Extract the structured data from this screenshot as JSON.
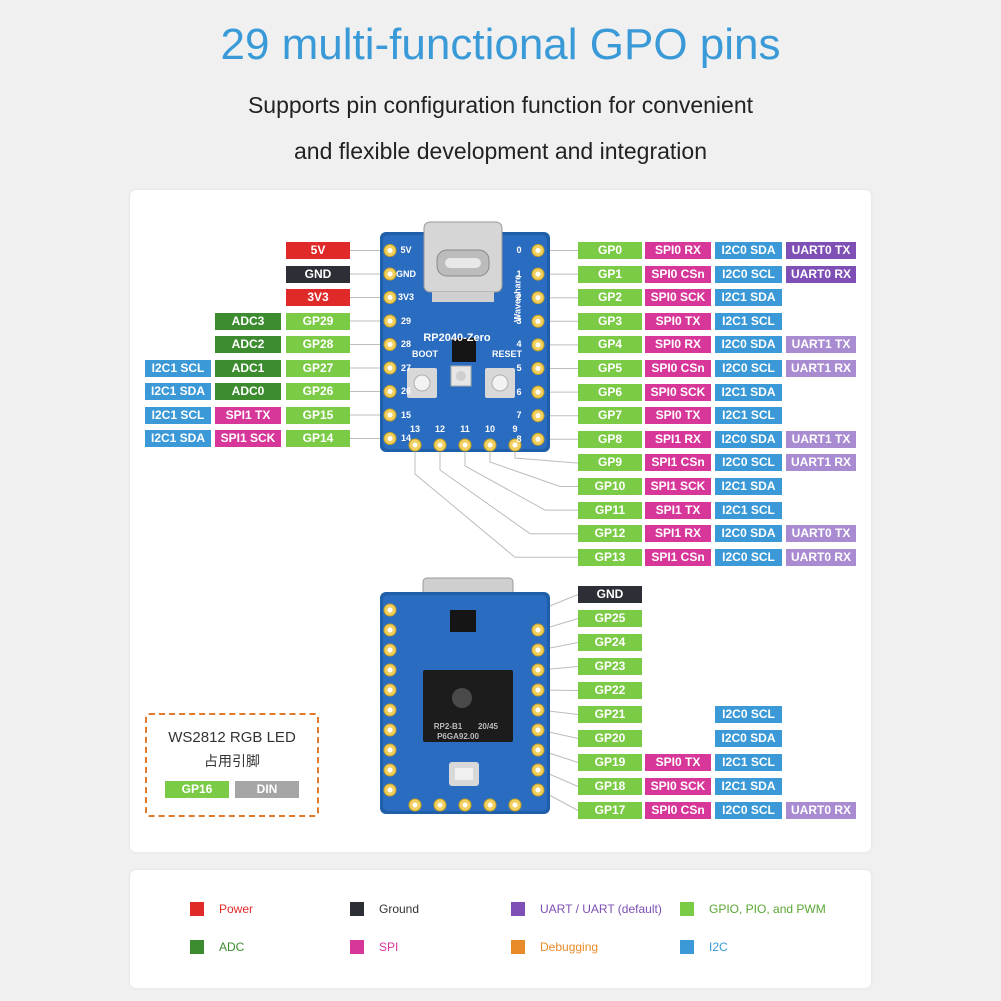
{
  "header": {
    "title": "29 multi-functional GPO pins",
    "subtitle_line1": "Supports pin configuration function for convenient",
    "subtitle_line2": "and flexible development and integration"
  },
  "board_top": {
    "name": "RP2040-Zero",
    "brand": "Waveshare",
    "boot_label": "BOOT",
    "reset_label": "RESET",
    "silk_left": [
      "5V",
      "GND",
      "3V3",
      "29",
      "28",
      "27",
      "26",
      "15",
      "14"
    ],
    "silk_right": [
      "0",
      "1",
      "2",
      "3",
      "4",
      "5",
      "6",
      "7",
      "8"
    ],
    "silk_bottom": [
      "13",
      "12",
      "11",
      "10",
      "9"
    ]
  },
  "left_pins": [
    {
      "tags": [
        {
          "t": "5V",
          "c": "power"
        }
      ]
    },
    {
      "tags": [
        {
          "t": "GND",
          "c": "gnd"
        }
      ]
    },
    {
      "tags": [
        {
          "t": "3V3",
          "c": "power"
        }
      ]
    },
    {
      "tags": [
        {
          "t": "ADC3",
          "c": "adc"
        },
        {
          "t": "GP29",
          "c": "gpio"
        }
      ]
    },
    {
      "tags": [
        {
          "t": "ADC2",
          "c": "adc"
        },
        {
          "t": "GP28",
          "c": "gpio"
        }
      ]
    },
    {
      "tags": [
        {
          "t": "I2C1 SCL",
          "c": "i2c"
        },
        {
          "t": "ADC1",
          "c": "adc"
        },
        {
          "t": "GP27",
          "c": "gpio"
        }
      ]
    },
    {
      "tags": [
        {
          "t": "I2C1 SDA",
          "c": "i2c"
        },
        {
          "t": "ADC0",
          "c": "adc"
        },
        {
          "t": "GP26",
          "c": "gpio"
        }
      ]
    },
    {
      "tags": [
        {
          "t": "I2C1 SCL",
          "c": "i2c"
        },
        {
          "t": "SPI1 TX",
          "c": "spi"
        },
        {
          "t": "GP15",
          "c": "gpio"
        }
      ]
    },
    {
      "tags": [
        {
          "t": "I2C1 SDA",
          "c": "i2c"
        },
        {
          "t": "SPI1 SCK",
          "c": "spi"
        },
        {
          "t": "GP14",
          "c": "gpio"
        }
      ]
    }
  ],
  "right_pins": [
    {
      "tags": [
        {
          "t": "GP0",
          "c": "gpio"
        },
        {
          "t": "SPI0 RX",
          "c": "spi"
        },
        {
          "t": "I2C0 SDA",
          "c": "i2c"
        },
        {
          "t": "UART0 TX",
          "c": "uart"
        }
      ]
    },
    {
      "tags": [
        {
          "t": "GP1",
          "c": "gpio"
        },
        {
          "t": "SPI0 CSn",
          "c": "spi"
        },
        {
          "t": "I2C0 SCL",
          "c": "i2c"
        },
        {
          "t": "UART0 RX",
          "c": "uart"
        }
      ]
    },
    {
      "tags": [
        {
          "t": "GP2",
          "c": "gpio"
        },
        {
          "t": "SPI0 SCK",
          "c": "spi"
        },
        {
          "t": "I2C1 SDA",
          "c": "i2c"
        }
      ]
    },
    {
      "tags": [
        {
          "t": "GP3",
          "c": "gpio"
        },
        {
          "t": "SPI0 TX",
          "c": "spi"
        },
        {
          "t": "I2C1 SCL",
          "c": "i2c"
        }
      ]
    },
    {
      "tags": [
        {
          "t": "GP4",
          "c": "gpio"
        },
        {
          "t": "SPI0 RX",
          "c": "spi"
        },
        {
          "t": "I2C0 SDA",
          "c": "i2c"
        },
        {
          "t": "UART1 TX",
          "c": "uartd"
        }
      ]
    },
    {
      "tags": [
        {
          "t": "GP5",
          "c": "gpio"
        },
        {
          "t": "SPI0 CSn",
          "c": "spi"
        },
        {
          "t": "I2C0 SCL",
          "c": "i2c"
        },
        {
          "t": "UART1 RX",
          "c": "uartd"
        }
      ]
    },
    {
      "tags": [
        {
          "t": "GP6",
          "c": "gpio"
        },
        {
          "t": "SPI0 SCK",
          "c": "spi"
        },
        {
          "t": "I2C1 SDA",
          "c": "i2c"
        }
      ]
    },
    {
      "tags": [
        {
          "t": "GP7",
          "c": "gpio"
        },
        {
          "t": "SPI0 TX",
          "c": "spi"
        },
        {
          "t": "I2C1 SCL",
          "c": "i2c"
        }
      ]
    },
    {
      "tags": [
        {
          "t": "GP8",
          "c": "gpio"
        },
        {
          "t": "SPI1 RX",
          "c": "spi"
        },
        {
          "t": "I2C0 SDA",
          "c": "i2c"
        },
        {
          "t": "UART1 TX",
          "c": "uartd"
        }
      ]
    },
    {
      "tags": [
        {
          "t": "GP9",
          "c": "gpio"
        },
        {
          "t": "SPI1 CSn",
          "c": "spi"
        },
        {
          "t": "I2C0 SCL",
          "c": "i2c"
        },
        {
          "t": "UART1 RX",
          "c": "uartd"
        }
      ]
    },
    {
      "tags": [
        {
          "t": "GP10",
          "c": "gpio"
        },
        {
          "t": "SPI1 SCK",
          "c": "spi"
        },
        {
          "t": "I2C1 SDA",
          "c": "i2c"
        }
      ]
    },
    {
      "tags": [
        {
          "t": "GP11",
          "c": "gpio"
        },
        {
          "t": "SPI1 TX",
          "c": "spi"
        },
        {
          "t": "I2C1 SCL",
          "c": "i2c"
        }
      ]
    },
    {
      "tags": [
        {
          "t": "GP12",
          "c": "gpio"
        },
        {
          "t": "SPI1 RX",
          "c": "spi"
        },
        {
          "t": "I2C0 SDA",
          "c": "i2c"
        },
        {
          "t": "UART0 TX",
          "c": "uartd"
        }
      ]
    },
    {
      "tags": [
        {
          "t": "GP13",
          "c": "gpio"
        },
        {
          "t": "SPI1 CSn",
          "c": "spi"
        },
        {
          "t": "I2C0 SCL",
          "c": "i2c"
        },
        {
          "t": "UART0 RX",
          "c": "uartd"
        }
      ]
    }
  ],
  "bottom_pins": [
    {
      "tags": [
        {
          "t": "GND",
          "c": "gnd"
        }
      ]
    },
    {
      "tags": [
        {
          "t": "GP25",
          "c": "gpio"
        }
      ]
    },
    {
      "tags": [
        {
          "t": "GP24",
          "c": "gpio"
        }
      ]
    },
    {
      "tags": [
        {
          "t": "GP23",
          "c": "gpio"
        }
      ]
    },
    {
      "tags": [
        {
          "t": "GP22",
          "c": "gpio"
        }
      ]
    },
    {
      "tags": [
        {
          "t": "GP21",
          "c": "gpio"
        },
        {
          "t": "",
          "c": "none"
        },
        {
          "t": "I2C0 SCL",
          "c": "i2c"
        }
      ]
    },
    {
      "tags": [
        {
          "t": "GP20",
          "c": "gpio"
        },
        {
          "t": "",
          "c": "none"
        },
        {
          "t": "I2C0 SDA",
          "c": "i2c"
        }
      ]
    },
    {
      "tags": [
        {
          "t": "GP19",
          "c": "gpio"
        },
        {
          "t": "SPI0 TX",
          "c": "spi"
        },
        {
          "t": "I2C1 SCL",
          "c": "i2c"
        }
      ]
    },
    {
      "tags": [
        {
          "t": "GP18",
          "c": "gpio"
        },
        {
          "t": "SPI0 SCK",
          "c": "spi"
        },
        {
          "t": "I2C1 SDA",
          "c": "i2c"
        }
      ]
    },
    {
      "tags": [
        {
          "t": "GP17",
          "c": "gpio"
        },
        {
          "t": "SPI0 CSn",
          "c": "spi"
        },
        {
          "t": "I2C0 SCL",
          "c": "i2c"
        },
        {
          "t": "UART0 RX",
          "c": "uartd"
        }
      ]
    }
  ],
  "led_box": {
    "title": "WS2812 RGB LED",
    "subtitle": "占用引脚",
    "pin": "GP16",
    "signal": "DIN"
  },
  "board_bottom": {
    "chip_text1": "RP2-B1",
    "chip_text2": "20/45",
    "chip_text3": "P6GA92.00"
  },
  "legend": [
    {
      "label": "Power",
      "color": "#e02a2a",
      "text_color": "#e02a2a"
    },
    {
      "label": "Ground",
      "color": "#2d2f36",
      "text_color": "#333333"
    },
    {
      "label": "UART / UART (default)",
      "color": "#7e4fb4",
      "text_color": "#7e4fb4"
    },
    {
      "label": "GPIO, PIO, and PWM",
      "color": "#7ccb46",
      "text_color": "#5aa832"
    },
    {
      "label": "ADC",
      "color": "#3c8b2f",
      "text_color": "#3c8b2f"
    },
    {
      "label": "SPI",
      "color": "#d8379a",
      "text_color": "#d8379a"
    },
    {
      "label": "Debugging",
      "color": "#e88a2a",
      "text_color": "#e88a2a"
    },
    {
      "label": "I2C",
      "color": "#3a99d6",
      "text_color": "#3a99d6"
    }
  ]
}
